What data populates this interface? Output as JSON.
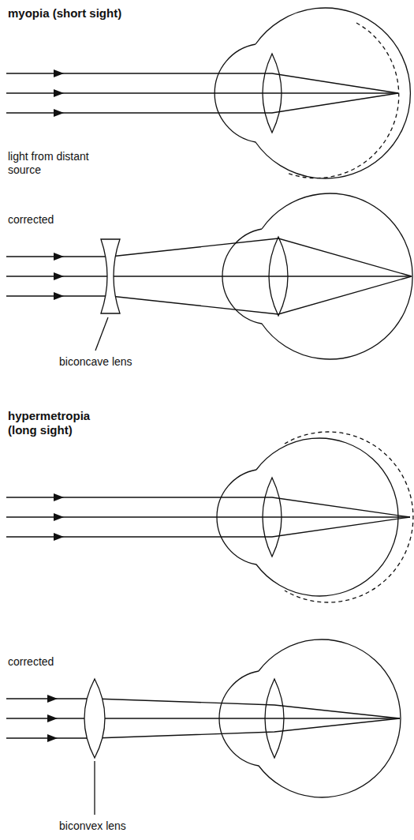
{
  "diagram": {
    "labels": [
      "myopia (short sight)",
      "light from distant source",
      "corrected",
      "biconcave lens",
      "hypermetropia (long sight)",
      "corrected",
      "biconvex lens"
    ]
  }
}
